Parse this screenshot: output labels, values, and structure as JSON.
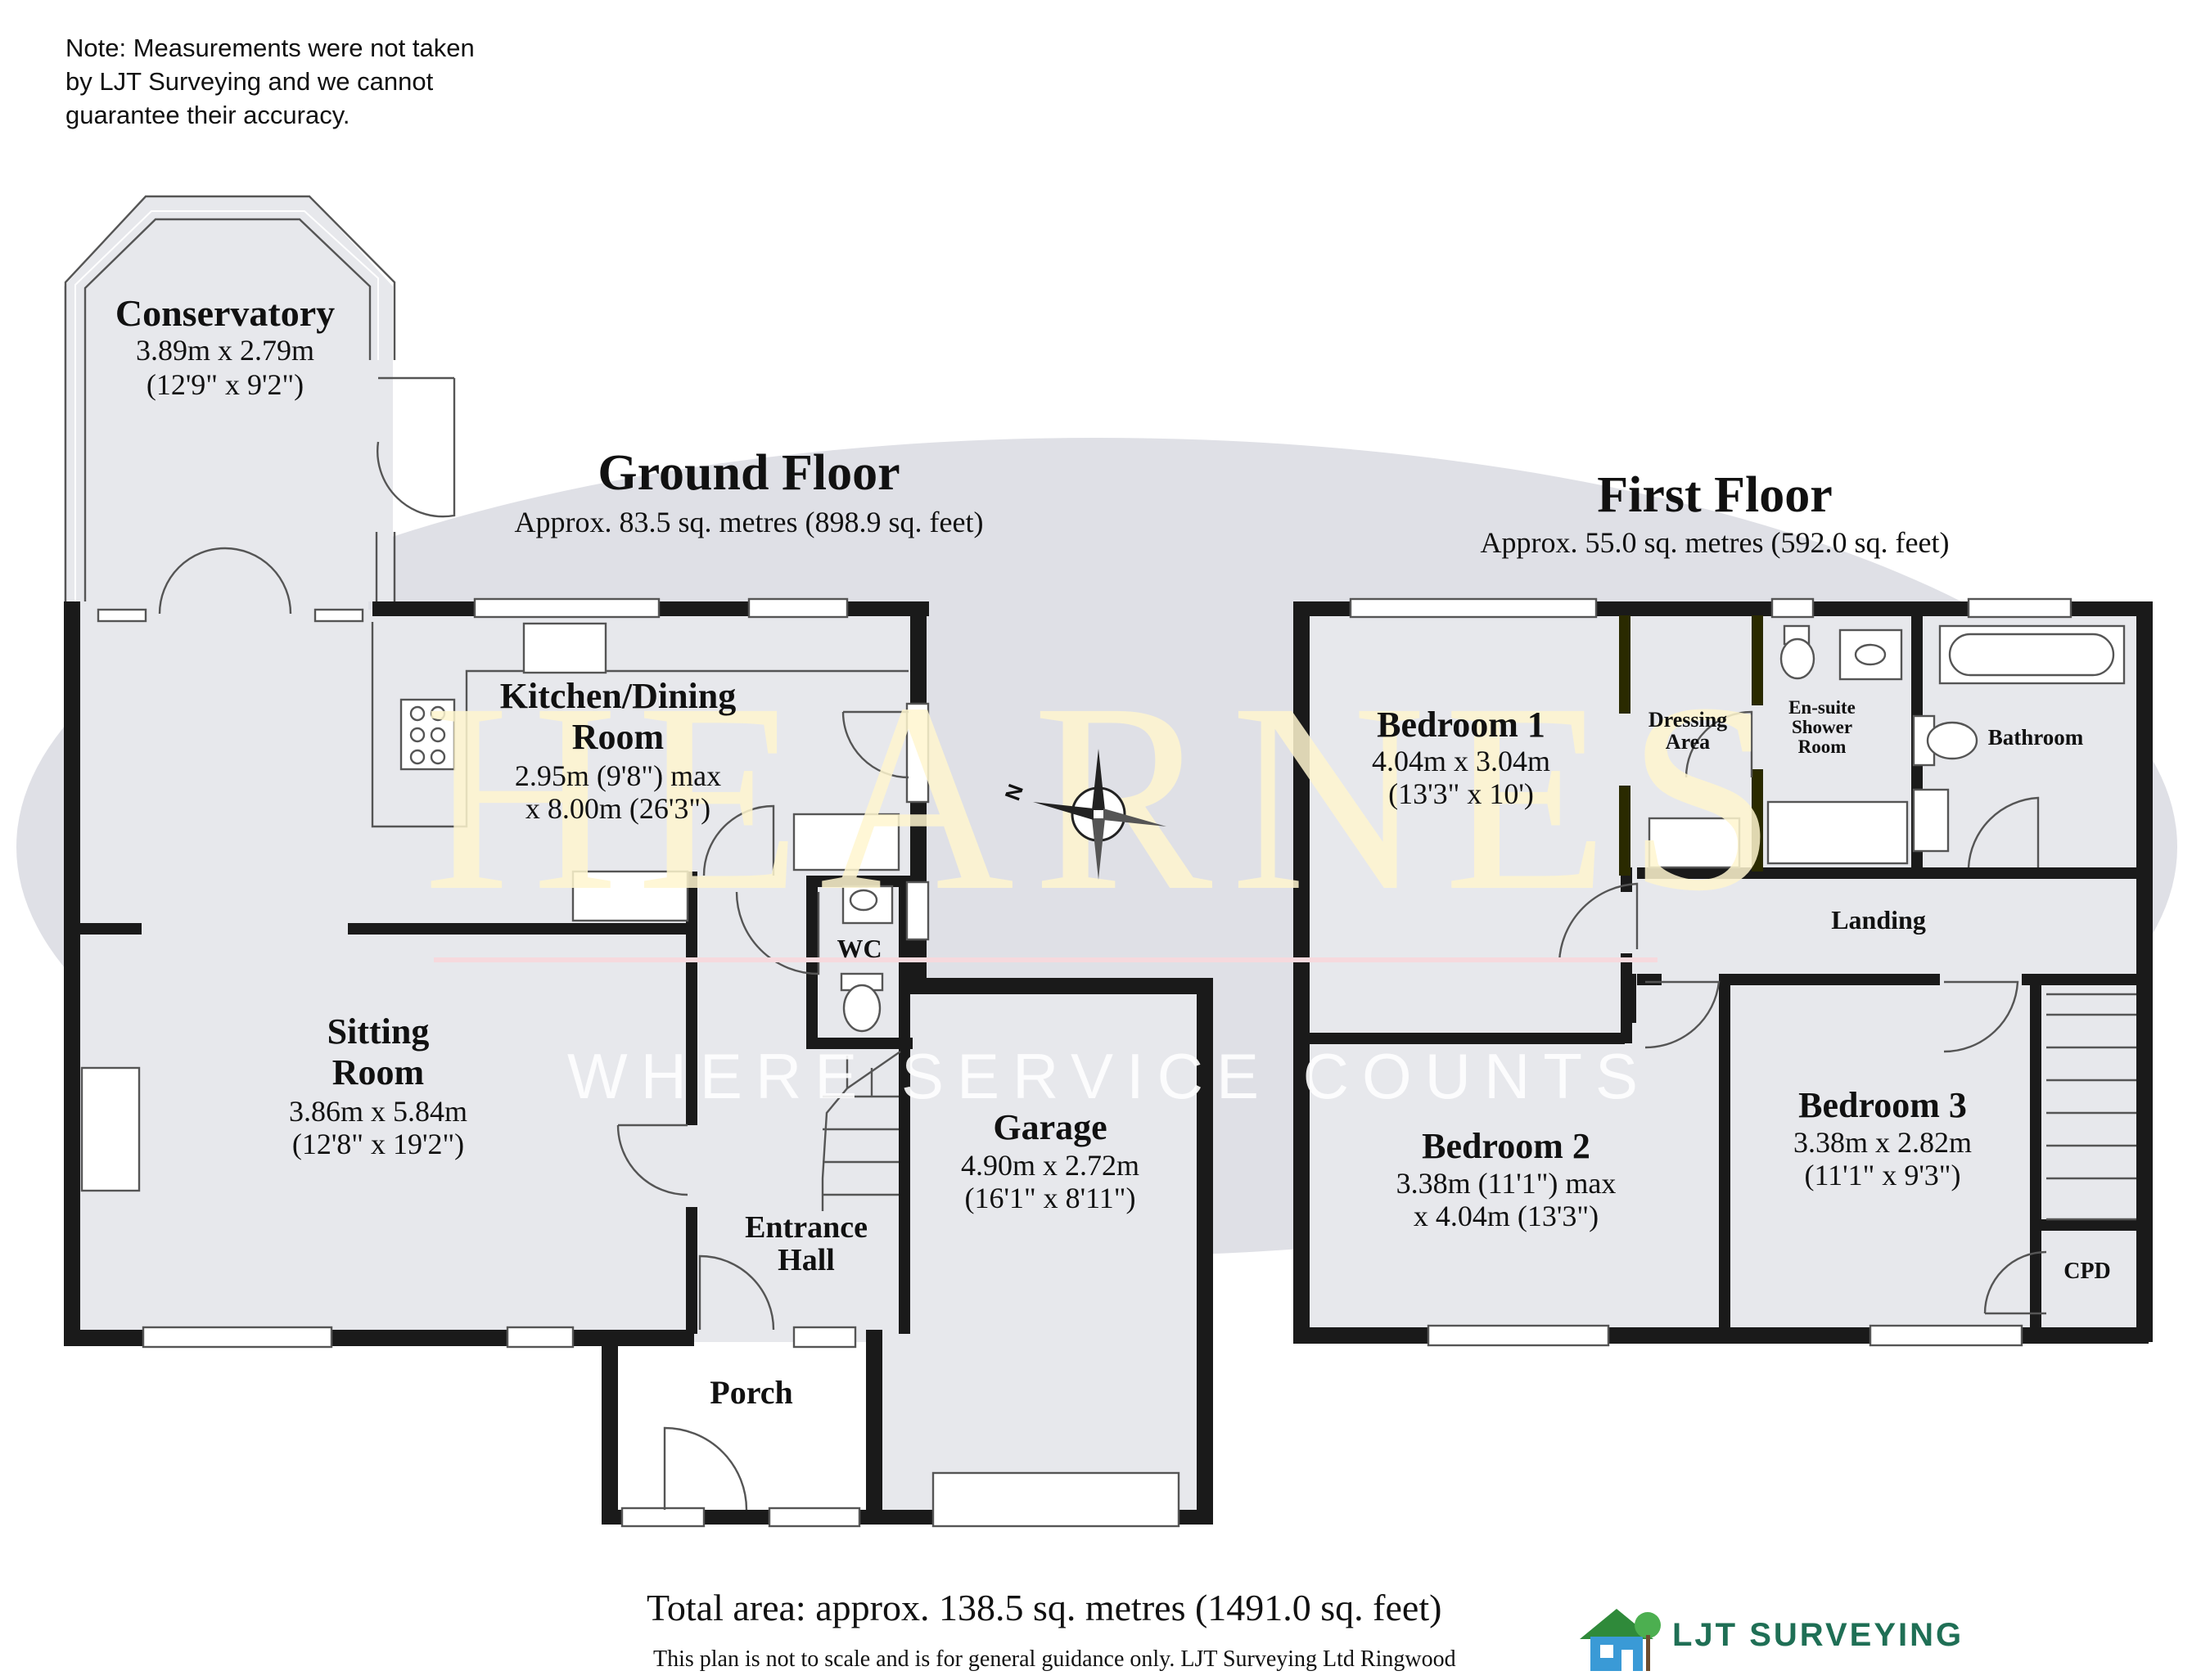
{
  "note": "Note: Measurements were not taken\nby LJT Surveying and we cannot\n guarantee their accuracy.",
  "watermark": {
    "brand": "HEARNES",
    "slogan": "WHERE SERVICE COUNTS",
    "brand_color": "#fff6cf"
  },
  "ground_floor": {
    "title": "Ground Floor",
    "area": "Approx. 83.5 sq. metres (898.9 sq. feet)",
    "rooms": {
      "conservatory": {
        "name": "Conservatory",
        "dim_m": "3.89m x 2.79m",
        "dim_ft": "(12'9\" x 9'2\")"
      },
      "kitchen": {
        "name_1": "Kitchen/Dining",
        "name_2": "Room",
        "dim_m": "2.95m (9'8\") max",
        "dim_ft": "x 8.00m (26'3\")"
      },
      "sitting": {
        "name_1": "Sitting",
        "name_2": "Room",
        "dim_m": "3.86m x 5.84m",
        "dim_ft": "(12'8\" x 19'2\")"
      },
      "wc": {
        "name": "WC"
      },
      "entrance": {
        "name_1": "Entrance",
        "name_2": "Hall"
      },
      "garage": {
        "name": "Garage",
        "dim_m": "4.90m x 2.72m",
        "dim_ft": "(16'1\" x 8'11\")"
      },
      "porch": {
        "name": "Porch"
      }
    }
  },
  "first_floor": {
    "title": "First Floor",
    "area": "Approx. 55.0 sq. metres (592.0 sq. feet)",
    "rooms": {
      "bedroom1": {
        "name": "Bedroom 1",
        "dim_m": "4.04m x 3.04m",
        "dim_ft": "(13'3\" x 10')"
      },
      "dressing": {
        "name_1": "Dressing",
        "name_2": "Area"
      },
      "ensuite": {
        "name_1": "En-suite",
        "name_2": "Shower",
        "name_3": "Room"
      },
      "bathroom": {
        "name": "Bathroom"
      },
      "landing": {
        "name": "Landing"
      },
      "bedroom2": {
        "name": "Bedroom 2",
        "dim_m": "3.38m (11'1\") max",
        "dim_ft": "x 4.04m (13'3\")"
      },
      "bedroom3": {
        "name": "Bedroom 3",
        "dim_m": "3.38m x 2.82m",
        "dim_ft": "(11'1\" x 9'3\")"
      },
      "cpd": {
        "name": "CPD"
      }
    }
  },
  "compass": {
    "label": "N"
  },
  "total_area": "Total area: approx. 138.5 sq. metres (1491.0 sq. feet)",
  "disclaimer": "This plan is not to scale and is for general guidance only. LJT Surveying Ltd Ringwood",
  "logo": {
    "text": "LJT SURVEYING",
    "color": "#1f6f55"
  }
}
